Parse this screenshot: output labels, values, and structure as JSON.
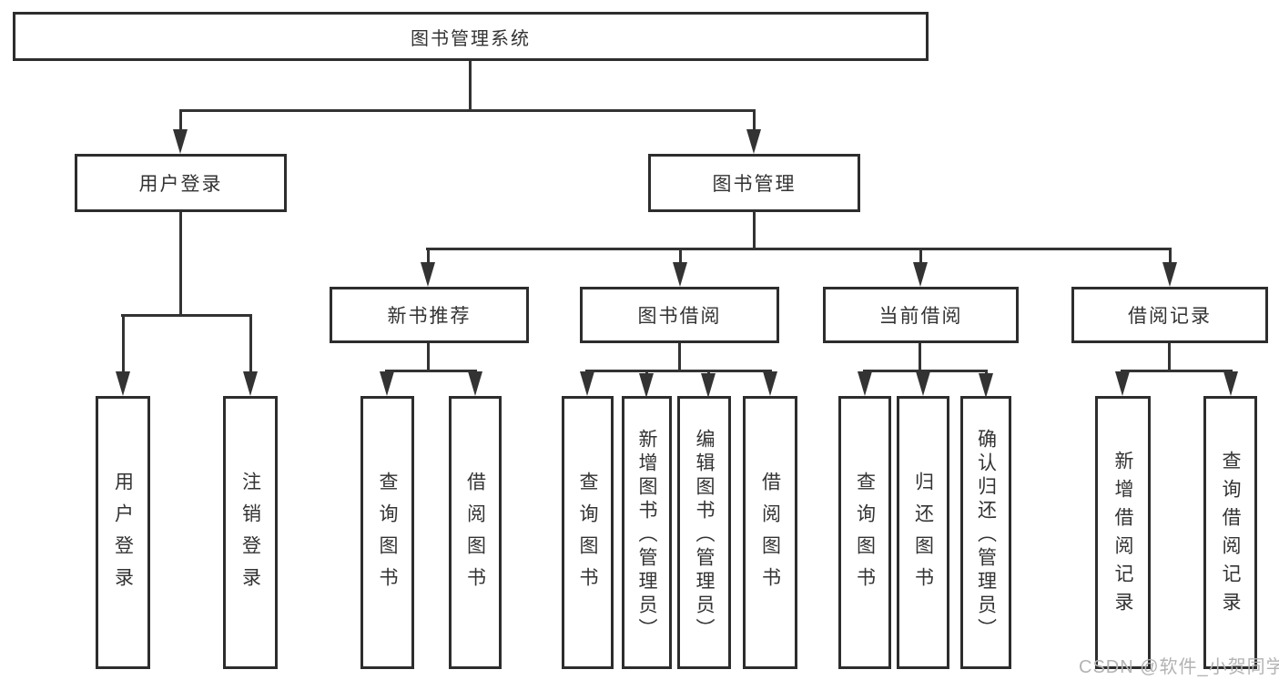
{
  "diagram": {
    "title": "图书管理系统",
    "type": "hierarchy-tree"
  },
  "nodes": {
    "root": "图书管理系统",
    "user_login": "用户登录",
    "book_mgmt": "图书管理",
    "new_book_rec": "新书推荐",
    "book_borrow": "图书借阅",
    "current_borrow": "当前借阅",
    "borrow_record": "借阅记录",
    "leaf_user_login": "用户登录",
    "leaf_logout": "注销登录",
    "leaf_query_book_1": "查询图书",
    "leaf_borrow_book_1": "借阅图书",
    "leaf_query_book_2": "查询图书",
    "leaf_add_book": "新增图书（管理员）",
    "leaf_edit_book": "编辑图书（管理员）",
    "leaf_borrow_book_2": "借阅图书",
    "leaf_query_book_3": "查询图书",
    "leaf_return_book": "归还图书",
    "leaf_confirm_return": "确认归还（管理员）",
    "leaf_add_record": "新增借阅记录",
    "leaf_query_record": "查询借阅记录"
  },
  "watermark": "CSDN @软件_小贺同学",
  "colors": {
    "line": "#333333",
    "border": "#2d2d2d",
    "text": "#333333",
    "watermark": "#b3b3b3",
    "background": "#ffffff"
  }
}
